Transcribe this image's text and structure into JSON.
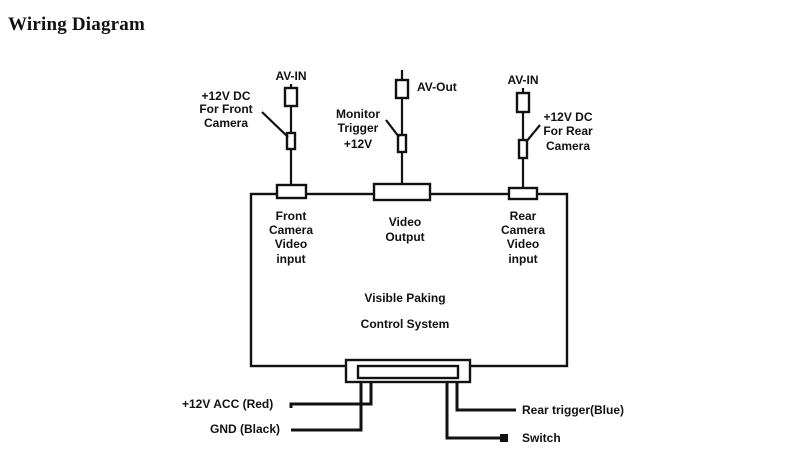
{
  "title": "Wiring Diagram",
  "labels": {
    "av_in_front": "AV-IN",
    "power_front_1": "+12V DC",
    "power_front_2": "For Front",
    "power_front_3": "Camera",
    "av_out": "AV-Out",
    "monitor_trigger_1": "Monitor",
    "monitor_trigger_2": "Trigger",
    "monitor_trigger_3": "+12V",
    "av_in_rear": "AV-IN",
    "power_rear_1": "+12V DC",
    "power_rear_2": "For Rear",
    "power_rear_3": "Camera",
    "front_input_1": "Front",
    "front_input_2": "Camera",
    "front_input_3": "Video",
    "front_input_4": "input",
    "video_output_1": "Video",
    "video_output_2": "Output",
    "rear_input_1": "Rear",
    "rear_input_2": "Camera",
    "rear_input_3": "Video",
    "rear_input_4": "input",
    "system_1": "Visible Paking",
    "system_2": "Control System",
    "acc": "+12V ACC (Red)",
    "gnd": "GND  (Black)",
    "rear_trigger": "Rear trigger(Blue)",
    "switch": "Switch"
  }
}
